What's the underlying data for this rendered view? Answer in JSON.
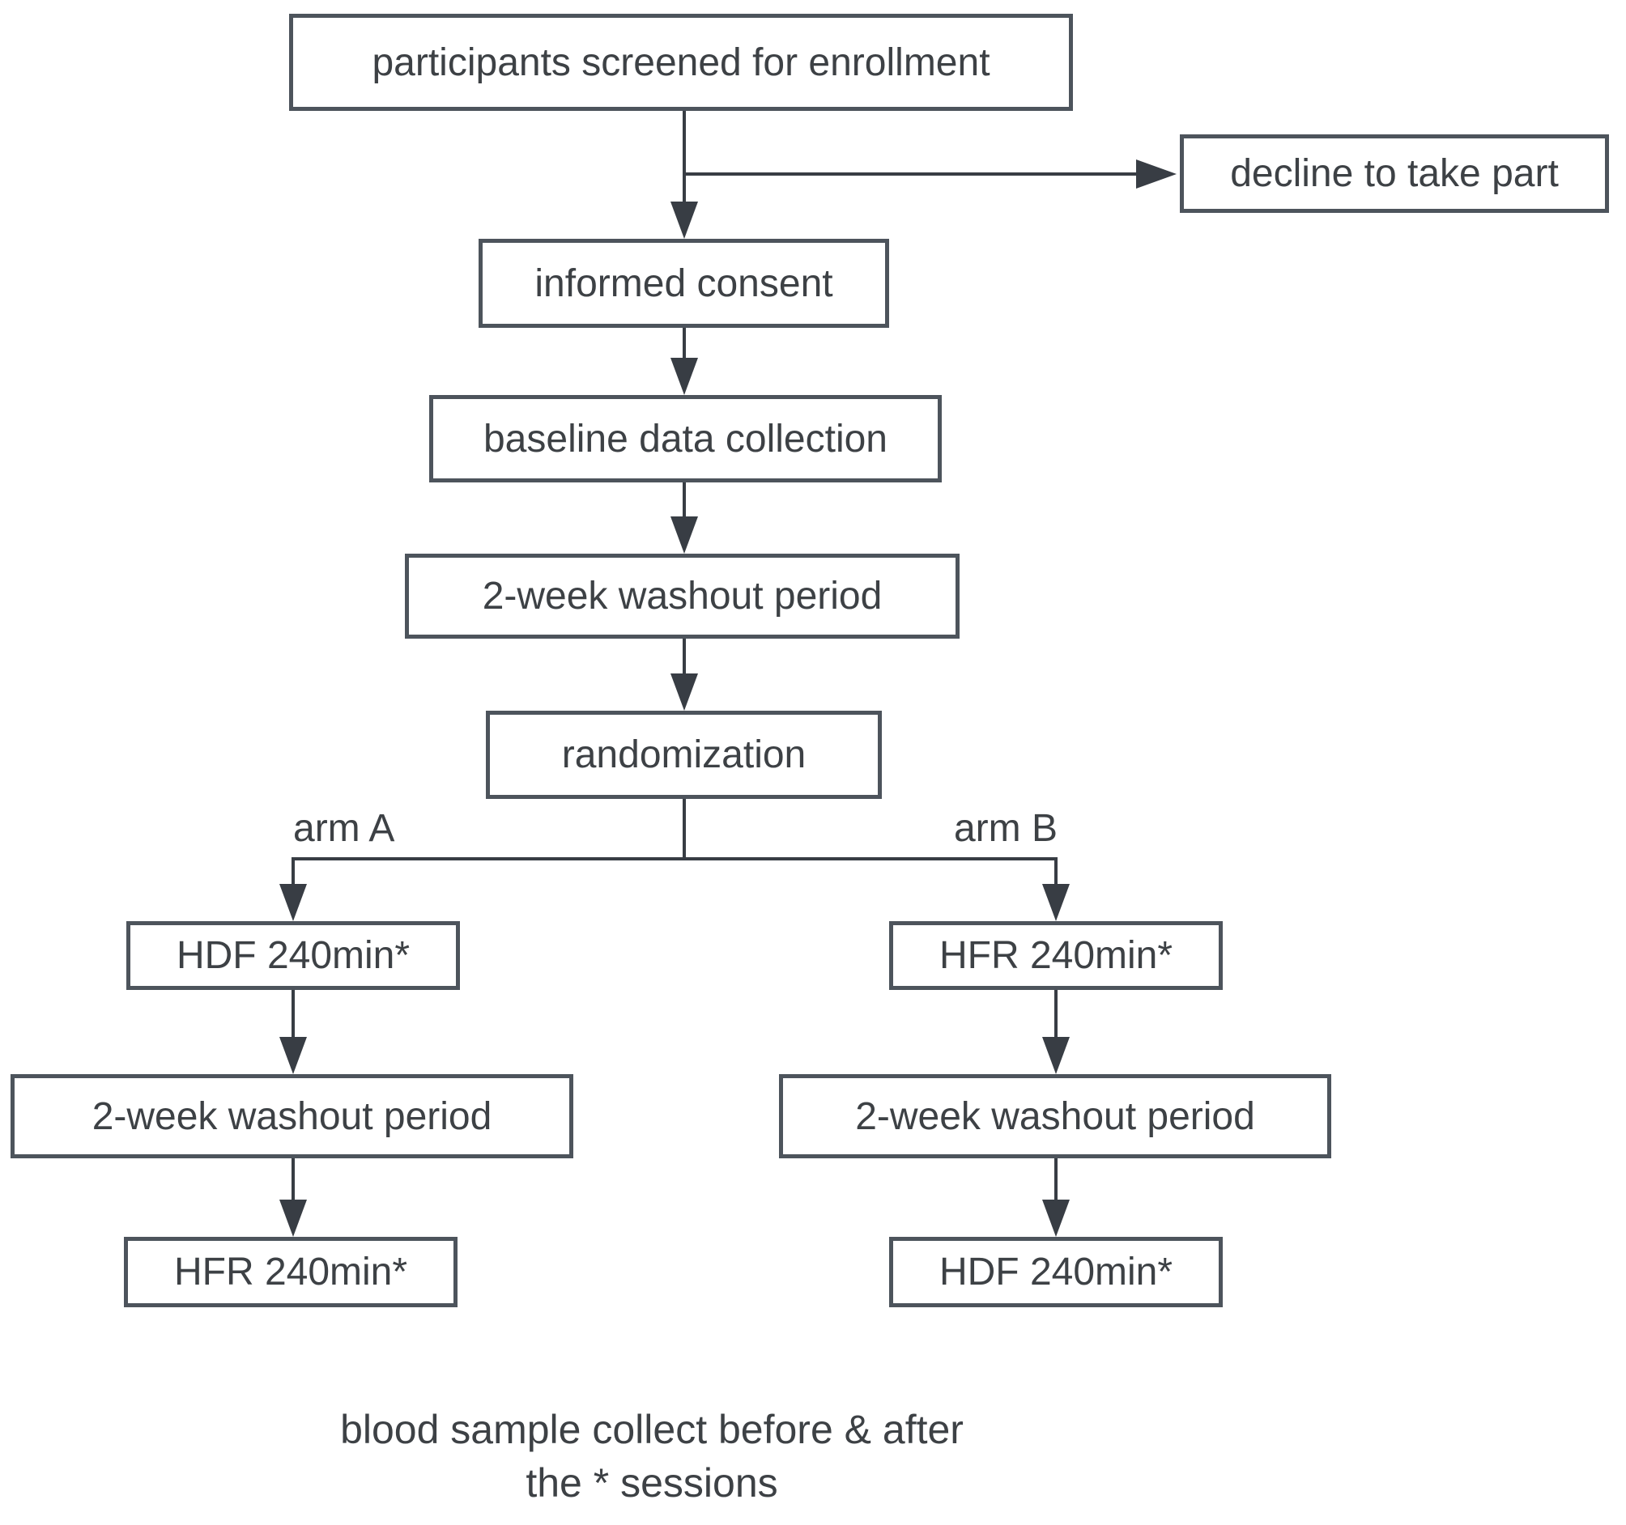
{
  "diagram": {
    "nodes": {
      "screened": "participants screened for enrollment",
      "decline": "decline to take part",
      "consent": "informed consent",
      "baseline": "baseline data collection",
      "washout_center": "2-week washout period",
      "randomization": "randomization",
      "arm_a_label": "arm A",
      "arm_b_label": "arm B",
      "arm_a_step1": "HDF 240min*",
      "arm_a_step2": "2-week washout period",
      "arm_a_step3": "HFR 240min*",
      "arm_b_step1": "HFR 240min*",
      "arm_b_step2": "2-week washout period",
      "arm_b_step3": "HDF 240min*"
    },
    "note_line1": "blood sample collect before & after",
    "note_line2": "the * sessions",
    "edges": [
      {
        "from": "screened",
        "to": "decline"
      },
      {
        "from": "screened",
        "to": "consent"
      },
      {
        "from": "consent",
        "to": "baseline"
      },
      {
        "from": "baseline",
        "to": "washout_center"
      },
      {
        "from": "washout_center",
        "to": "randomization"
      },
      {
        "from": "randomization",
        "to": "arm_a_step1",
        "label": "arm A"
      },
      {
        "from": "randomization",
        "to": "arm_b_step1",
        "label": "arm B"
      },
      {
        "from": "arm_a_step1",
        "to": "arm_a_step2"
      },
      {
        "from": "arm_a_step2",
        "to": "arm_a_step3"
      },
      {
        "from": "arm_b_step1",
        "to": "arm_b_step2"
      },
      {
        "from": "arm_b_step2",
        "to": "arm_b_step3"
      }
    ],
    "colors": {
      "background": "#ffffff",
      "border": "#4d545c",
      "line": "#383d44",
      "text": "#3d4145"
    }
  }
}
